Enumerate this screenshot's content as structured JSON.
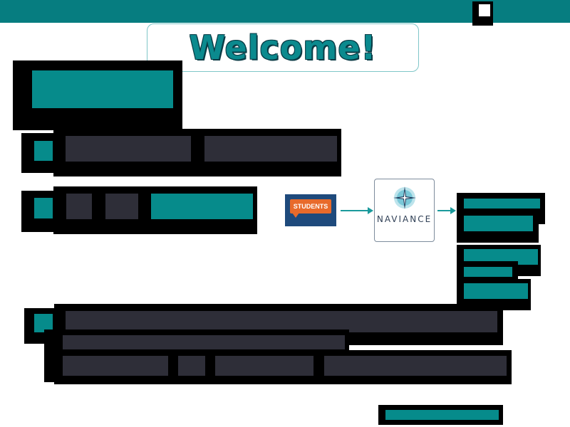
{
  "header": {
    "title": "Welcome!"
  },
  "students_logo": {
    "label": "STUDENTS"
  },
  "naviance_logo": {
    "label": "NAVIANCE"
  },
  "colors": {
    "topbar": "#067d80",
    "teal_block": "#068b8b",
    "dark_block": "#2e2e38",
    "students_orange": "#e86a2b",
    "students_blue": "#1e4a7c",
    "naviance_text": "#2f3f55"
  },
  "icons": {
    "top_right_button": "square-icon",
    "naviance_mark": "compass-star-icon",
    "flow_arrow": "arrow-right-icon"
  }
}
